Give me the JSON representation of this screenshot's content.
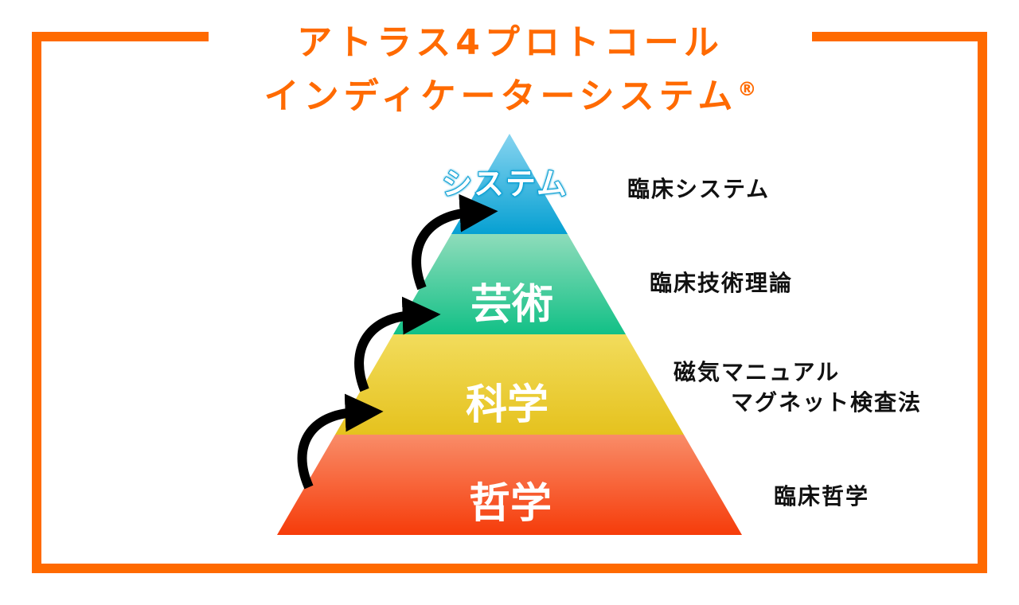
{
  "title": {
    "line1": "アトラス4プロトコール",
    "line2": "インディケーターシステム",
    "mark": "®"
  },
  "tiers": [
    {
      "label": "システム",
      "side": "臨床システム",
      "color_top": "#87d4f0",
      "color_bottom": "#06a0d2"
    },
    {
      "label": "芸術",
      "side": "臨床技術理論",
      "color_top": "#8edcbb",
      "color_bottom": "#12c086"
    },
    {
      "label": "科学",
      "side_line1": "磁気マニュアル",
      "side_line2": "マグネット検査法",
      "color_top": "#f2dc5c",
      "color_bottom": "#e5c21e"
    },
    {
      "label": "哲学",
      "side": "臨床哲学",
      "color_top": "#f98c68",
      "color_bottom": "#f63c0a"
    }
  ],
  "frame_color": "#ff6a00"
}
